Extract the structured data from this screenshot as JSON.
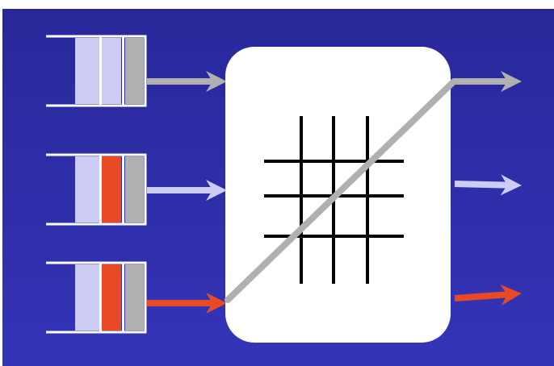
{
  "colors": {
    "background_top": "#28289a",
    "background_bottom": "#3434b8",
    "queue_outline": "#ffffff",
    "packet_light": "#ccccf5",
    "packet_red": "#e84a25",
    "packet_gray": "#b0b0b0",
    "switch_fabric": "#ffffff",
    "crossbar": "#000000"
  },
  "diagram": {
    "queues": [
      {
        "packets": [
          "light",
          "light",
          "gray"
        ],
        "output_arrow": "gray"
      },
      {
        "packets": [
          "light",
          "red",
          "gray"
        ],
        "output_arrow": "light"
      },
      {
        "packets": [
          "light",
          "red",
          "gray"
        ],
        "output_arrow": "red"
      }
    ],
    "crossbar_grid": {
      "rows": 3,
      "cols": 3
    },
    "outputs": [
      "gray",
      "light",
      "red"
    ]
  }
}
